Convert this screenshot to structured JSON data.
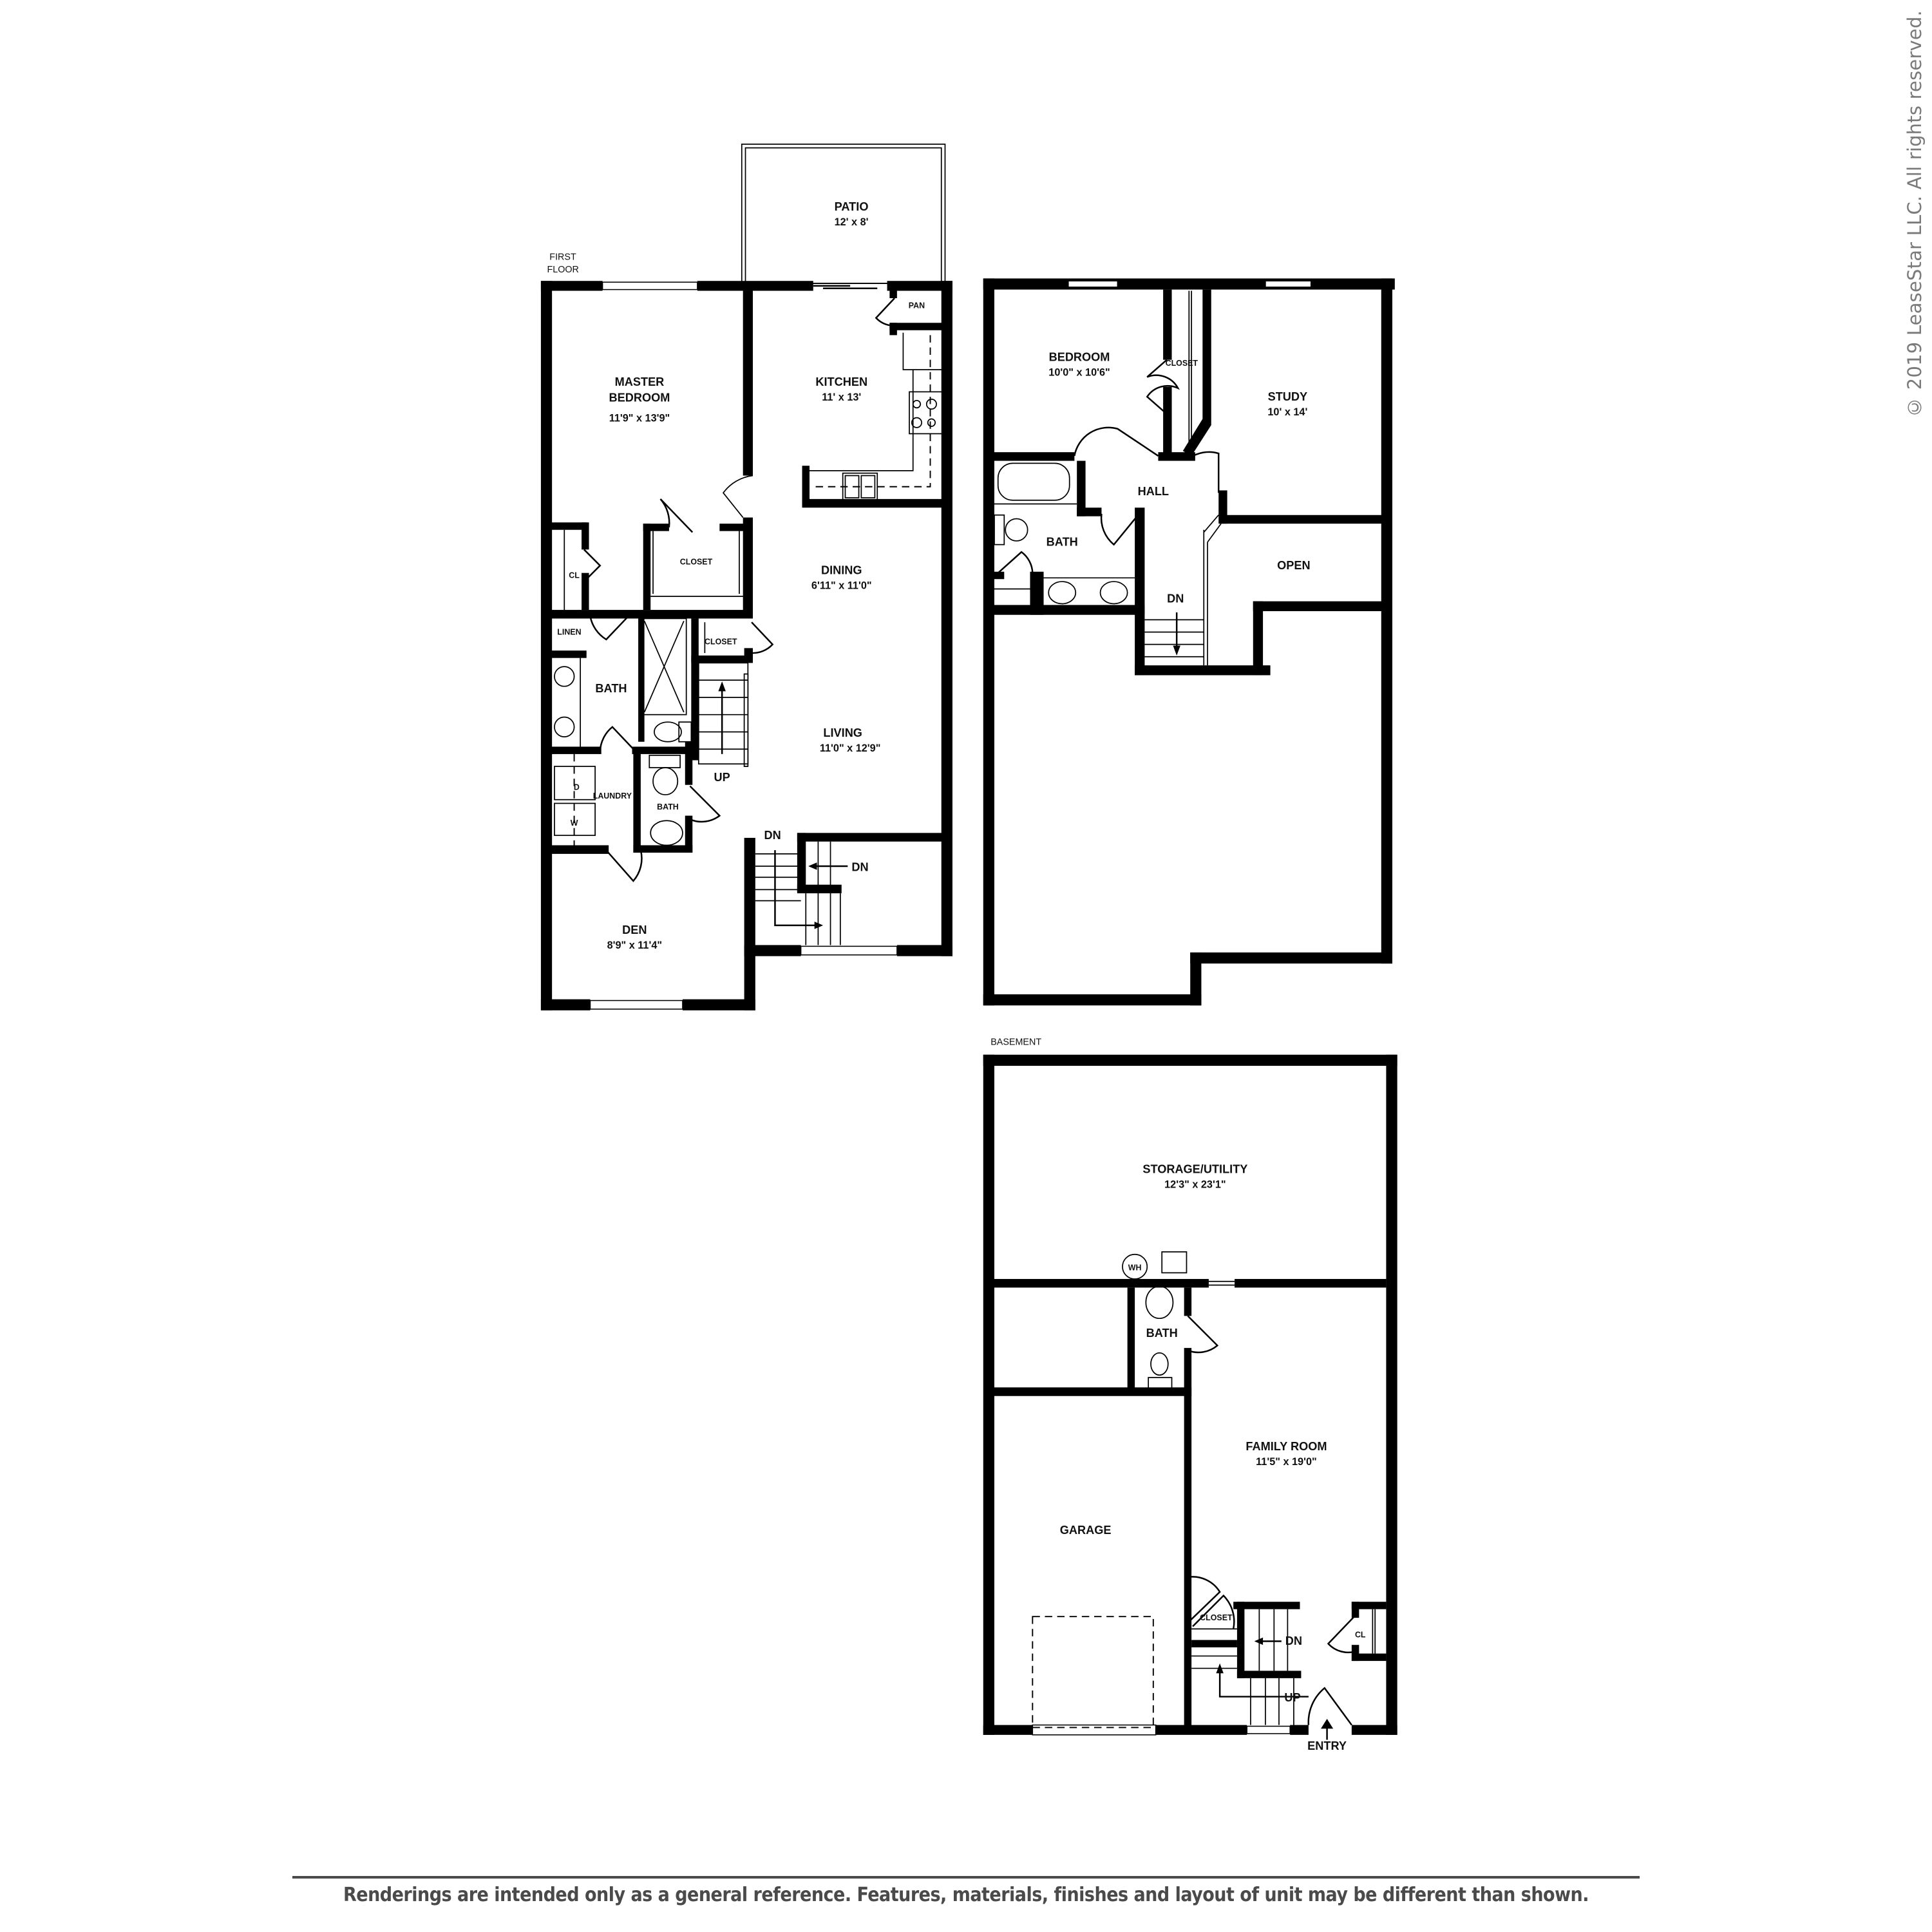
{
  "copyright": "© 2019 LeaseStar LLC. All rights reserved.",
  "disclaimer": "Renderings are intended only as a general reference. Features, materials, finishes and layout of unit may be different than shown.",
  "colors": {
    "wall": "#000000",
    "background": "#ffffff",
    "label": "#111111",
    "footer_text": "#4a4a4a",
    "copyright_text": "#7a7a7a"
  },
  "first_floor": {
    "title_line1": "FIRST",
    "title_line2": "FLOOR",
    "rooms": {
      "patio": {
        "name": "PATIO",
        "dims": "12' x 8'"
      },
      "kitchen": {
        "name": "KITCHEN",
        "dims": "11' x 13'"
      },
      "pantry": {
        "name": "PAN"
      },
      "master_bedroom": {
        "name_line1": "MASTER",
        "name_line2": "BEDROOM",
        "dims": "11'9\" x 13'9\""
      },
      "master_closet": {
        "name": "CLOSET"
      },
      "closet_cl": {
        "name": "CL"
      },
      "linen": {
        "name": "LINEN"
      },
      "master_bath": {
        "name": "BATH"
      },
      "hall_closet": {
        "name": "CLOSET"
      },
      "dining": {
        "name": "DINING",
        "dims": "6'11\" x 11'0\""
      },
      "living": {
        "name": "LIVING",
        "dims": "11'0\" x 12'9\""
      },
      "laundry": {
        "name": "LAUNDRY",
        "dryer": "D",
        "washer": "W"
      },
      "half_bath": {
        "name": "BATH"
      },
      "den": {
        "name": "DEN",
        "dims": "8'9\" x 11'4\""
      }
    },
    "stairs": {
      "up": "UP",
      "down_left": "DN",
      "down_right": "DN"
    }
  },
  "second_floor": {
    "rooms": {
      "bedroom": {
        "name": "BEDROOM",
        "dims": "10'0\" x 10'6\""
      },
      "closet": {
        "name": "CLOSET"
      },
      "study": {
        "name": "STUDY",
        "dims": "10' x 14'"
      },
      "hall": {
        "name": "HALL"
      },
      "bath": {
        "name": "BATH"
      },
      "open": {
        "name": "OPEN"
      }
    },
    "stairs": {
      "down": "DN"
    }
  },
  "basement": {
    "title": "BASEMENT",
    "rooms": {
      "storage_utility": {
        "name": "STORAGE/UTILITY",
        "dims": "12'3\" x 23'1\""
      },
      "water_heater": {
        "name": "WH"
      },
      "bath": {
        "name": "BATH"
      },
      "family_room": {
        "name": "FAMILY ROOM",
        "dims": "11'5\" x 19'0\""
      },
      "garage": {
        "name": "GARAGE"
      },
      "closet": {
        "name": "CLOSET"
      },
      "closet_cl": {
        "name": "CL"
      }
    },
    "stairs": {
      "down": "DN",
      "up": "UP"
    },
    "entry": {
      "label": "ENTRY"
    }
  }
}
